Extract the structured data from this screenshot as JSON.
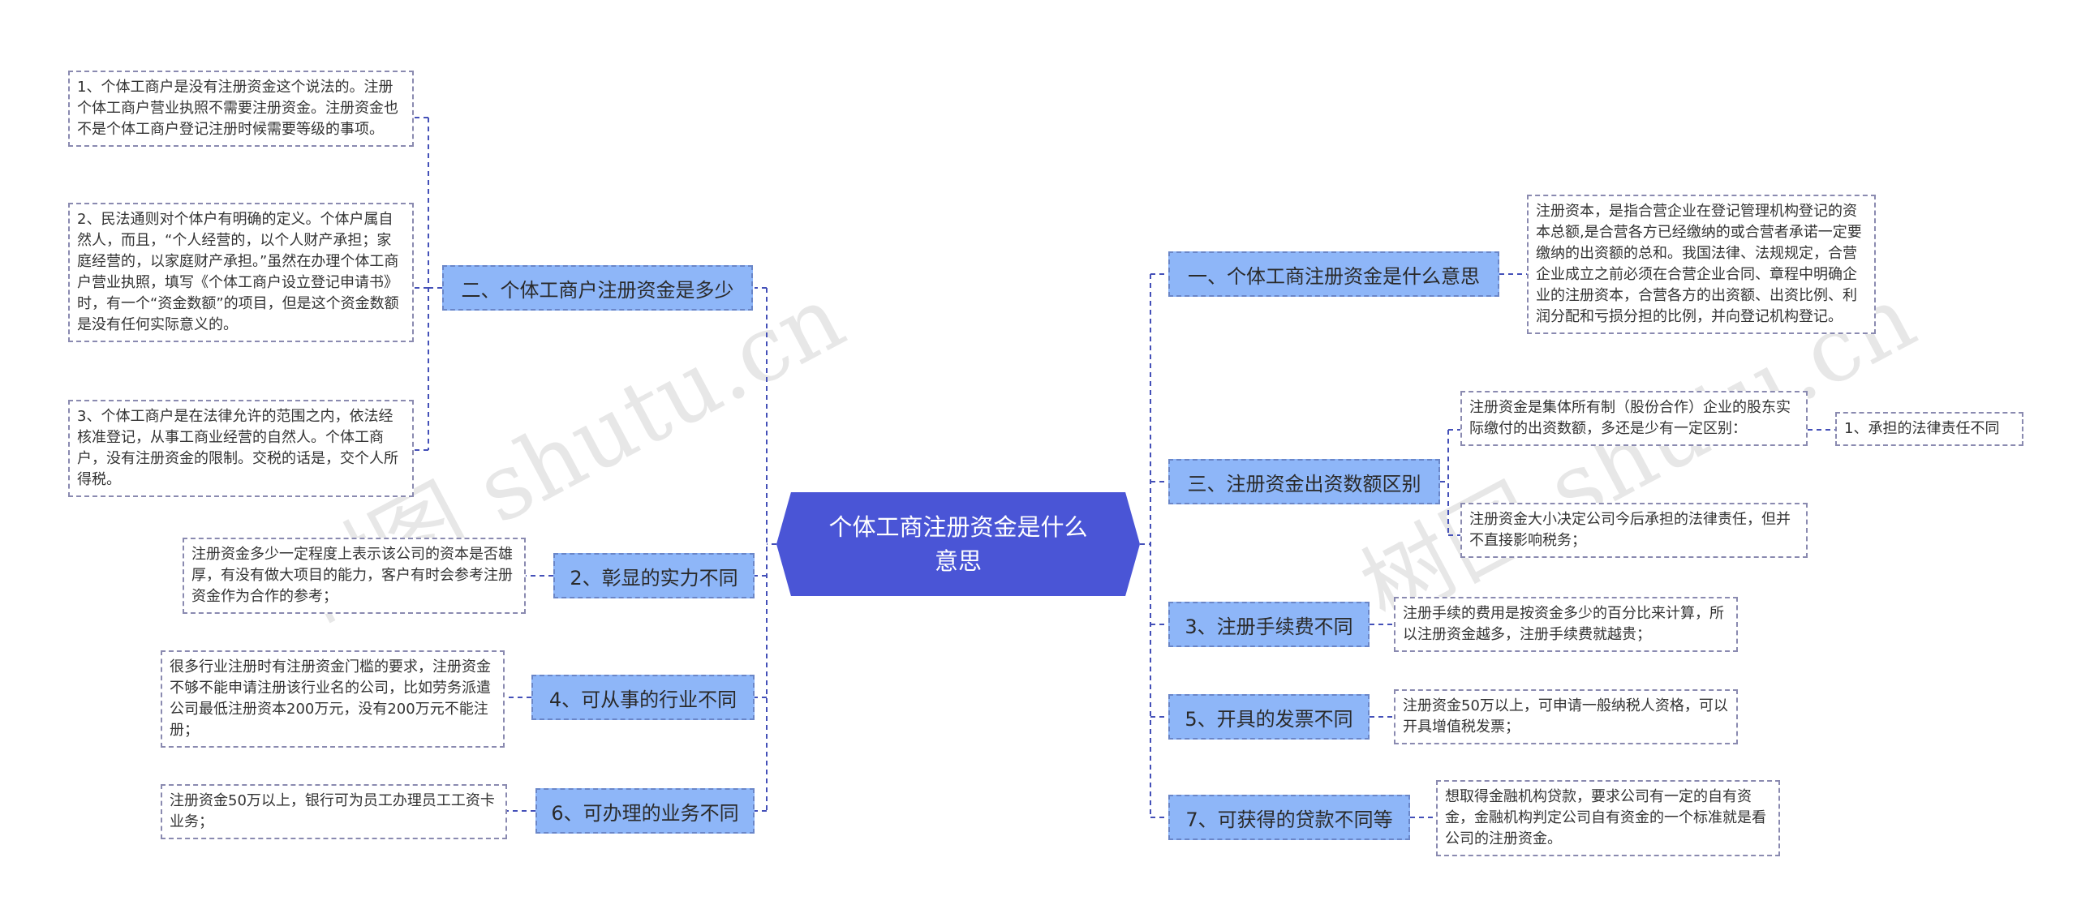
{
  "central": {
    "title": "个体工商注册资金是什么意思"
  },
  "branches": {
    "l1": "二、个体工商户注册资金是多少",
    "l2": "2、彰显的实力不同",
    "l3": "4、可从事的行业不同",
    "l4": "6、可办理的业务不同",
    "r1": "一、个体工商注册资金是什么意思",
    "r2": "三、注册资金出资数额区别",
    "r3": "3、注册手续费不同",
    "r4": "5、开具的发票不同",
    "r5": "7、可获得的贷款不同等"
  },
  "leaves": {
    "l1a": "1、个体工商户是没有注册资金这个说法的。注册个体工商户营业执照不需要注册资金。注册资金也不是个体工商户登记注册时候需要等级的事项。",
    "l1b": "2、民法通则对个体户有明确的定义。个体户属自然人，而且，“个人经营的，以个人财产承担；家庭经营的，以家庭财产承担。”虽然在办理个体工商户营业执照，填写《个体工商户设立登记申请书》时，有一个“资金数额”的项目，但是这个资金数额是没有任何实际意义的。",
    "l1c": "3、个体工商户是在法律允许的范围之内，依法经核准登记，从事工商业经营的自然人。个体工商户，没有注册资金的限制。交税的话是，交个人所得税。",
    "l2a": "注册资金多少一定程度上表示该公司的资本是否雄厚，有没有做大项目的能力，客户有时会参考注册资金作为合作的参考；",
    "l3a": "很多行业注册时有注册资金门槛的要求，注册资金不够不能申请注册该行业名的公司，比如劳务派遣公司最低注册资本200万元，没有200万元不能注册；",
    "l4a": "注册资金50万以上，银行可为员工办理员工工资卡业务；",
    "r1a": "注册资本，是指合营企业在登记管理机构登记的资本总额,是合营各方已经缴纳的或合营者承诺一定要缴纳的出资额的总和。我国法律、法规规定，合营企业成立之前必须在合营企业合同、章程中明确企业的注册资本，合营各方的出资额、出资比例、利润分配和亏损分担的比例，并向登记机构登记。",
    "r2a": "注册资金是集体所有制（股份合作）企业的股东实际缴付的出资数额，多还是少有一定区别：",
    "r2a1": "1、承担的法律责任不同",
    "r2b": "注册资金大小决定公司今后承担的法律责任，但并不直接影响税务；",
    "r3a": "注册手续的费用是按资金多少的百分比来计算，所以注册资金越多，注册手续费就越贵；",
    "r4a": "注册资金50万以上，可申请一般纳税人资格，可以开具增值税发票；",
    "r5a": "想取得金融机构贷款，要求公司有一定的自有资金，金融机构判定公司自有资金的一个标准就是看公司的注册资金。"
  },
  "watermark": {
    "left": "树图 shutu.cn",
    "right": "树图 shutu.cn"
  },
  "colors": {
    "central": "#4a55d6",
    "branch": "#8eb6f8",
    "line": "#4450b8"
  }
}
